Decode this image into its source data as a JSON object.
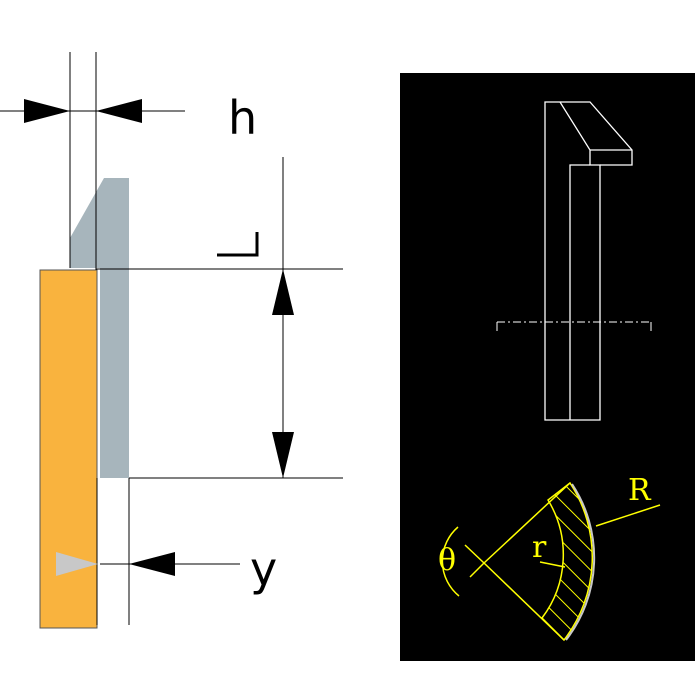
{
  "left_diagram": {
    "label_h": "h",
    "label_L": "L",
    "label_y": "y"
  },
  "right_panel": {
    "label_R": "R",
    "label_r": "r",
    "label_theta": "θ"
  },
  "colors": {
    "bar": "#F9B33E",
    "plate": "#A7B5BC",
    "panel_background": "#000000",
    "cad_lines": "#ffffff",
    "annotation": "#ffff00",
    "marker": "#c8c8c8"
  }
}
